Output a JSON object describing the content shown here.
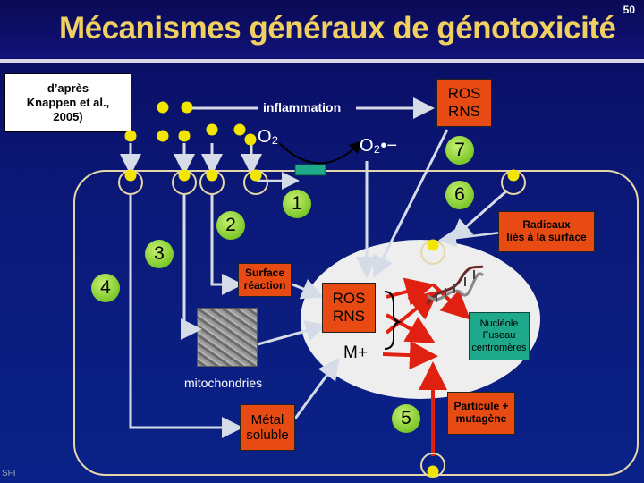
{
  "slide": {
    "title": "Mécanismes généraux de génotoxicité",
    "page_number": "50",
    "citation": "d’après\nKnappen et al.,\n2005)",
    "inflammation_label": "inflammation",
    "o2_label": "O₂",
    "o2_radical_label": "O₂•−",
    "ros_rns_top": "ROS\nRNS",
    "ros_rns_nucleus": "ROS\nRNS",
    "radicaux_label": "Radicaux\nliés à la surface",
    "surface_reaction_label": "Surface\nréaction",
    "nucleole_label": "Nucléole\nFuseau\ncentromères",
    "mitochondries_label": "mitochondries",
    "metal_label": "Métal\nsoluble",
    "particule_label": "Particule +\nmutagène",
    "m_plus_label": "M+",
    "logo_text": "SFI",
    "step_numbers": [
      "1",
      "2",
      "3",
      "4",
      "5",
      "6",
      "7"
    ]
  },
  "colors": {
    "title": "#f0d060",
    "orange_box": "#e84a14",
    "green_circle": "#7cc82a",
    "particle": "#f2e600",
    "teal_box": "#1eaa8a",
    "arrow_red": "#e02010",
    "cell_membrane": "#e6d7aa"
  }
}
